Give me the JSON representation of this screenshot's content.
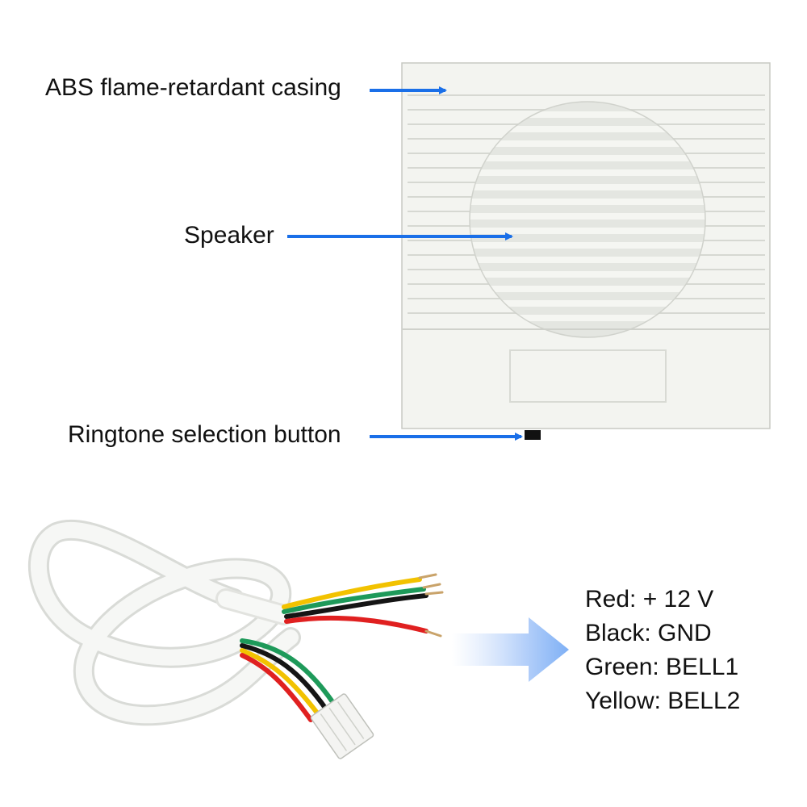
{
  "callouts": {
    "casing": "ABS flame-retardant casing",
    "speaker": "Speaker",
    "button": "Ringtone selection button"
  },
  "wiring_legend": [
    {
      "text": "Red: + 12 V"
    },
    {
      "text": "Black: GND"
    },
    {
      "text": "Green: BELL1"
    },
    {
      "text": "Yellow: BELL2"
    }
  ],
  "colors": {
    "arrow": "#1a6fe8",
    "casing": "#f2f3ef",
    "red_wire": "#e02020",
    "black_wire": "#151515",
    "green_wire": "#1e9a5a",
    "yellow_wire": "#f2c200"
  }
}
